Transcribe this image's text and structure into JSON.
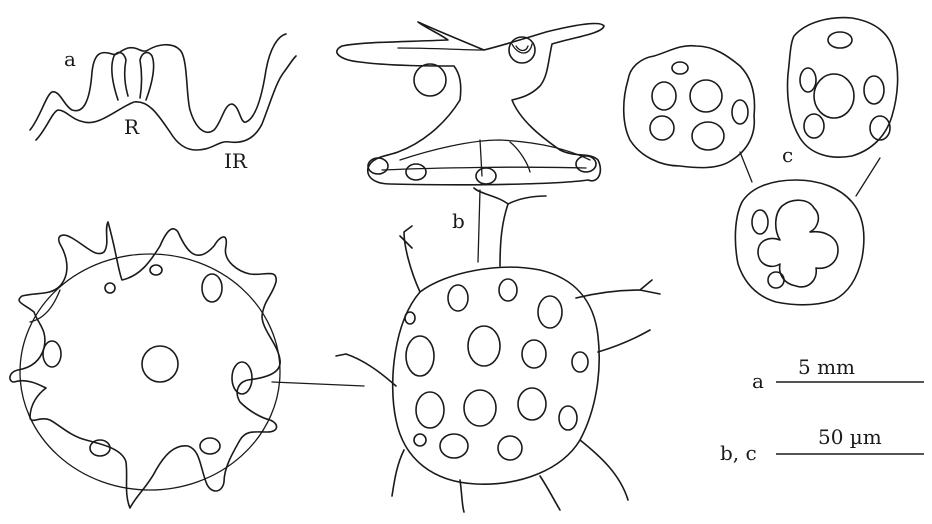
{
  "figure": {
    "labels": {
      "a": "a",
      "b": "b",
      "c": "c",
      "ridge": "R",
      "interridge": "IR"
    },
    "scale_bars": [
      {
        "label": "a",
        "value": "5 mm"
      },
      {
        "label": "b, c",
        "value": "50 µm"
      }
    ]
  }
}
